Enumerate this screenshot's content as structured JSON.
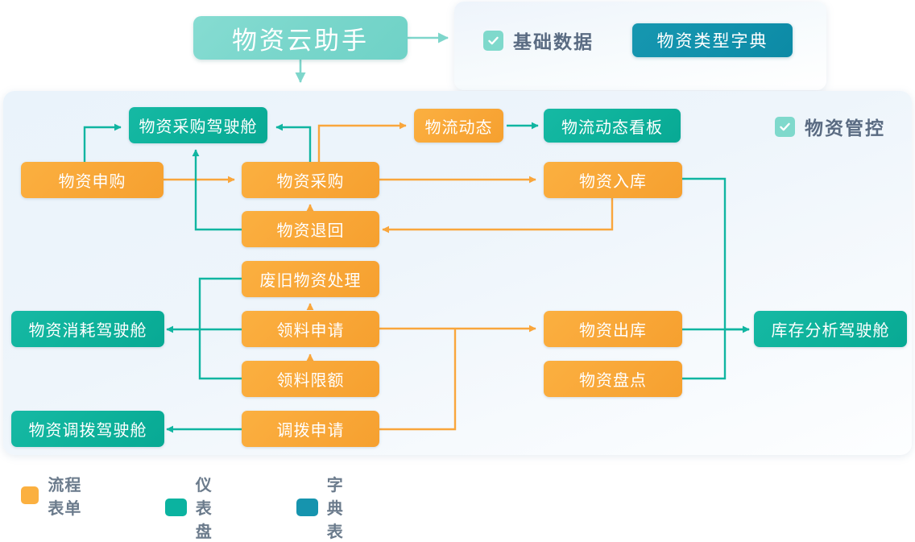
{
  "title": {
    "label": "物资云助手"
  },
  "basic_panel": {
    "checkbox_label": "基础数据",
    "checkbox_icon": "check-icon",
    "dict_button": "物资类型字典"
  },
  "main_panel": {
    "checkbox_label": "物资管控",
    "checkbox_icon": "check-icon"
  },
  "nodes": [
    {
      "id": "caigou-cockpit",
      "label": "物资采购驾驶舱",
      "type": "dashboard"
    },
    {
      "id": "shengou",
      "label": "物资申购",
      "type": "form"
    },
    {
      "id": "caigou",
      "label": "物资采购",
      "type": "form"
    },
    {
      "id": "tuihui",
      "label": "物资退回",
      "type": "form"
    },
    {
      "id": "wuliu-dongtai",
      "label": "物流动态",
      "type": "form"
    },
    {
      "id": "wuliu-kanban",
      "label": "物流动态看板",
      "type": "dashboard"
    },
    {
      "id": "ruku",
      "label": "物资入库",
      "type": "form"
    },
    {
      "id": "feijiu",
      "label": "废旧物资处理",
      "type": "form"
    },
    {
      "id": "lingliao-shenqing",
      "label": "领料申请",
      "type": "form"
    },
    {
      "id": "lingliao-xiane",
      "label": "领料限额",
      "type": "form"
    },
    {
      "id": "diaobo-shenqing",
      "label": "调拨申请",
      "type": "form"
    },
    {
      "id": "xiaohao-cockpit",
      "label": "物资消耗驾驶舱",
      "type": "dashboard"
    },
    {
      "id": "diaobo-cockpit",
      "label": "物资调拨驾驶舱",
      "type": "dashboard"
    },
    {
      "id": "chuku",
      "label": "物资出库",
      "type": "form"
    },
    {
      "id": "pandian",
      "label": "物资盘点",
      "type": "form"
    },
    {
      "id": "kucun-cockpit",
      "label": "库存分析驾驶舱",
      "type": "dashboard"
    }
  ],
  "legend": [
    {
      "label": "流程表单",
      "color": "#fbb040"
    },
    {
      "label": "仪表盘",
      "color": "#0bb3a0"
    },
    {
      "label": "字典表",
      "color": "#1694ae"
    }
  ],
  "colors": {
    "form": "#fbb040",
    "dashboard": "#0bb3a0",
    "dictionary": "#1694ae",
    "title": "#79d6cb",
    "panel_bg": "#eaf3fb",
    "label_text": "#5a6b82"
  }
}
